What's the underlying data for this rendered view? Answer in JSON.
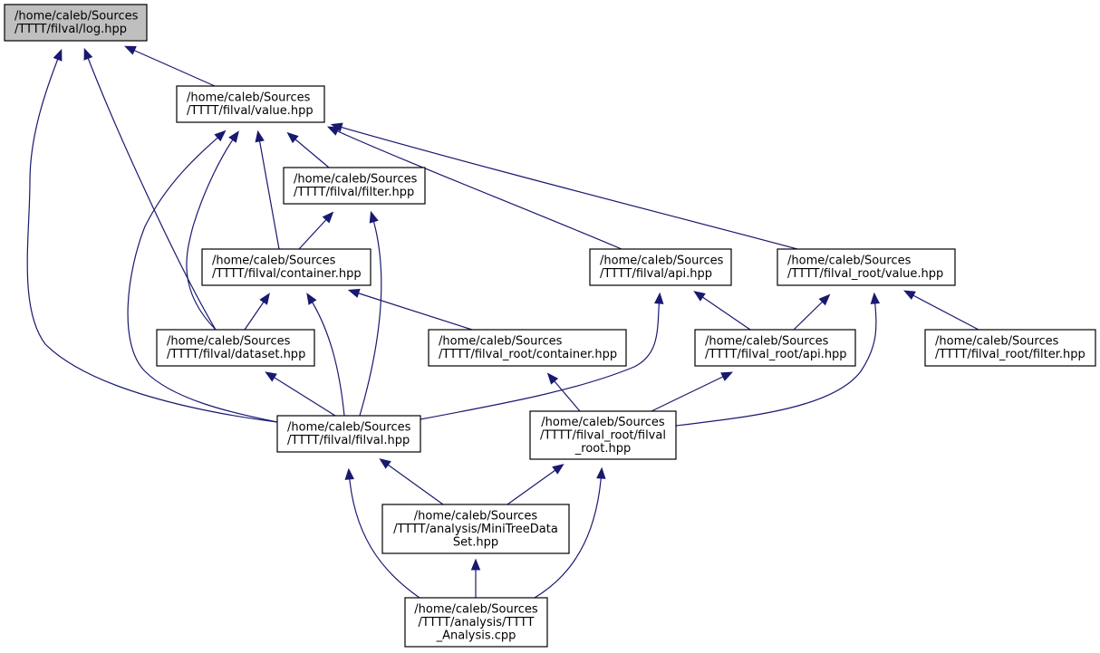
{
  "nodes": {
    "log": {
      "lines": [
        "/home/caleb/Sources",
        "/TTTT/filval/log.hpp"
      ]
    },
    "value": {
      "lines": [
        "/home/caleb/Sources",
        "/TTTT/filval/value.hpp"
      ]
    },
    "filter": {
      "lines": [
        "/home/caleb/Sources",
        "/TTTT/filval/filter.hpp"
      ]
    },
    "container": {
      "lines": [
        "/home/caleb/Sources",
        "/TTTT/filval/container.hpp"
      ]
    },
    "api": {
      "lines": [
        "/home/caleb/Sources",
        "/TTTT/filval/api.hpp"
      ]
    },
    "root_value": {
      "lines": [
        "/home/caleb/Sources",
        "/TTTT/filval_root/value.hpp"
      ]
    },
    "dataset": {
      "lines": [
        "/home/caleb/Sources",
        "/TTTT/filval/dataset.hpp"
      ]
    },
    "root_container": {
      "lines": [
        "/home/caleb/Sources",
        "/TTTT/filval_root/container.hpp"
      ]
    },
    "root_api": {
      "lines": [
        "/home/caleb/Sources",
        "/TTTT/filval_root/api.hpp"
      ]
    },
    "root_filter": {
      "lines": [
        "/home/caleb/Sources",
        "/TTTT/filval_root/filter.hpp"
      ]
    },
    "filval": {
      "lines": [
        "/home/caleb/Sources",
        "/TTTT/filval/filval.hpp"
      ]
    },
    "filval_root": {
      "lines": [
        "/home/caleb/Sources",
        "/TTTT/filval_root/filval",
        "_root.hpp"
      ]
    },
    "minitree": {
      "lines": [
        "/home/caleb/Sources",
        "/TTTT/analysis/MiniTreeData",
        "Set.hpp"
      ]
    },
    "analysis": {
      "lines": [
        "/home/caleb/Sources",
        "/TTTT/analysis/TTTT",
        "_Analysis.cpp"
      ]
    }
  },
  "edges": [
    {
      "from": "value",
      "to": "log"
    },
    {
      "from": "dataset",
      "to": "log"
    },
    {
      "from": "filval",
      "to": "log"
    },
    {
      "from": "filter",
      "to": "value"
    },
    {
      "from": "container",
      "to": "value"
    },
    {
      "from": "dataset",
      "to": "value"
    },
    {
      "from": "filval",
      "to": "value"
    },
    {
      "from": "api",
      "to": "value"
    },
    {
      "from": "root_value",
      "to": "value"
    },
    {
      "from": "container",
      "to": "filter"
    },
    {
      "from": "filval",
      "to": "filter"
    },
    {
      "from": "dataset",
      "to": "container"
    },
    {
      "from": "filval",
      "to": "container"
    },
    {
      "from": "root_container",
      "to": "container"
    },
    {
      "from": "filval",
      "to": "api"
    },
    {
      "from": "root_api",
      "to": "api"
    },
    {
      "from": "root_api",
      "to": "root_value"
    },
    {
      "from": "root_filter",
      "to": "root_value"
    },
    {
      "from": "filval_root",
      "to": "root_value"
    },
    {
      "from": "filval",
      "to": "dataset"
    },
    {
      "from": "filval_root",
      "to": "root_container"
    },
    {
      "from": "filval_root",
      "to": "root_api"
    },
    {
      "from": "minitree",
      "to": "filval"
    },
    {
      "from": "analysis",
      "to": "filval"
    },
    {
      "from": "minitree",
      "to": "filval_root"
    },
    {
      "from": "analysis",
      "to": "filval_root"
    },
    {
      "from": "analysis",
      "to": "minitree"
    }
  ],
  "colors": {
    "edge": "#191970",
    "root_fill": "#bfbfbf",
    "node_fill": "#ffffff",
    "border": "#000000"
  }
}
